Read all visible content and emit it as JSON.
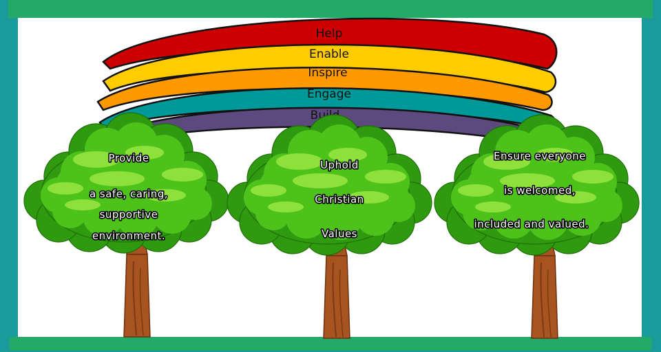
{
  "colors": {
    "frame_teal": "#1a9a9a",
    "frame_green": "#22aa66",
    "arc_help": "#cc0000",
    "arc_enable": "#ffcc00",
    "arc_inspire": "#ff9900",
    "arc_engage": "#009999",
    "arc_build": "#5c4a7e",
    "foliage_dark": "#33aa11",
    "foliage_mid": "#55cc22",
    "foliage_light": "#88dd33",
    "trunk": "#aa5522"
  },
  "rainbow": {
    "arcs": [
      "Help",
      "Enable",
      "Inspire",
      "Engage",
      "Build"
    ]
  },
  "trees": [
    {
      "lines": [
        "Provide",
        "a safe, caring,",
        "supportive",
        "environment."
      ]
    },
    {
      "lines": [
        "Uphold",
        "Christian",
        "Values"
      ]
    },
    {
      "lines": [
        "Ensure everyone",
        "is welcomed,",
        "included and valued."
      ]
    }
  ]
}
